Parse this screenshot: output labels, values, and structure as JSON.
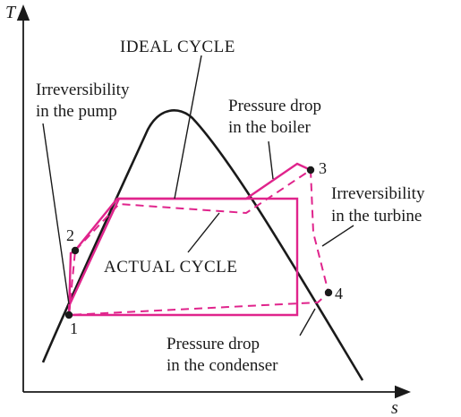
{
  "axes": {
    "y_label": "T",
    "x_label": "s"
  },
  "labels": {
    "ideal_cycle": "IDEAL CYCLE",
    "actual_cycle": "ACTUAL CYCLE",
    "pump_line1": "Irreversibility",
    "pump_line2": "in the pump",
    "boiler_line1": "Pressure drop",
    "boiler_line2": "in the boiler",
    "turbine_line1": "Irreversibility",
    "turbine_line2": "in the turbine",
    "condenser_line1": "Pressure drop",
    "condenser_line2": "in the condenser"
  },
  "states": [
    "1",
    "2",
    "3",
    "4"
  ],
  "colors": {
    "cycle": "#e0248c",
    "curve": "#1a1a1a"
  }
}
